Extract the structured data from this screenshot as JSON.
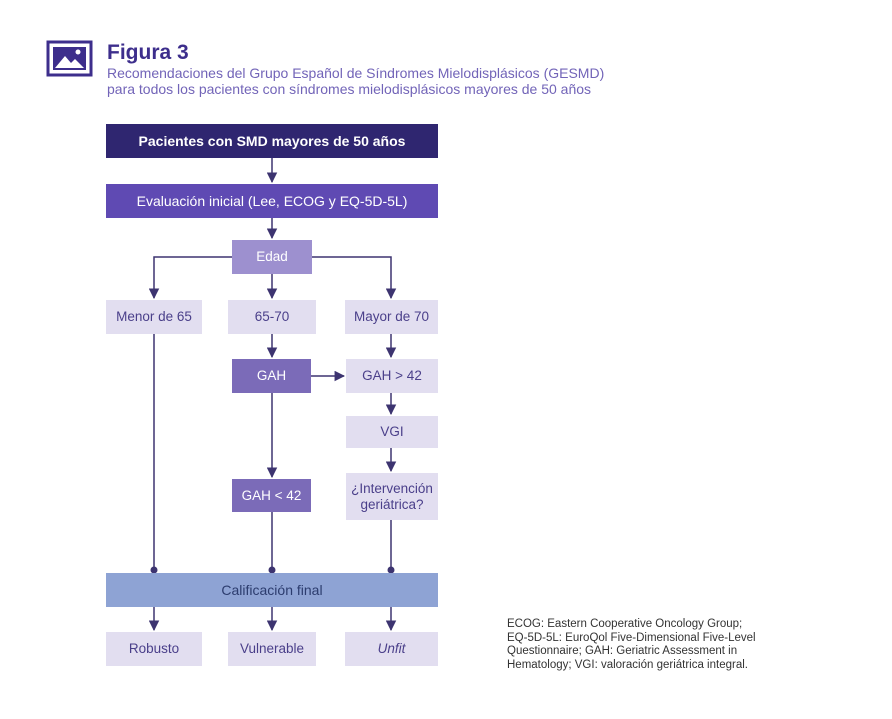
{
  "figure": {
    "title": "Figura 3",
    "subtitle_line1": "Recomendaciones del Grupo Español de Síndromes Mielodisplásicos (GESMD)",
    "subtitle_line2": "para todos los pacientes con síndromes mielodisplásicos mayores de 50 años",
    "icon": "image-icon"
  },
  "flow": {
    "top": "Pacientes con SMD mayores de 50 años",
    "evaluation": "Evaluación inicial (Lee, ECOG y EQ-5D-5L)",
    "age": "Edad",
    "under65": "Menor de 65",
    "range6570": "65-70",
    "over70": "Mayor de 70",
    "gah": "GAH",
    "gah_gt42": "GAH > 42",
    "vgi": "VGI",
    "intervention_line1": "¿Intervención",
    "intervention_line2": "geriátrica?",
    "gah_lt42": "GAH < 42",
    "final": "Calificación final",
    "robust": "Robusto",
    "vulnerable": "Vulnerable",
    "unfit": "Unfit"
  },
  "footnote": {
    "line1": "ECOG: Eastern Cooperative Oncology Group;",
    "line2": "EQ-5D-5L: EuroQol Five-Dimensional Five-Level",
    "line3": "Questionnaire; GAH: Geriatric Assessment in",
    "line4": "Hematology; VGI: valoración geriátrica integral."
  },
  "colors": {
    "dark": "#2f2670",
    "primary": "#5f4ab3",
    "mid": "#9d90cf",
    "pale": "#e2def0",
    "final": "#8ea3d4",
    "line": "#3d3470"
  }
}
